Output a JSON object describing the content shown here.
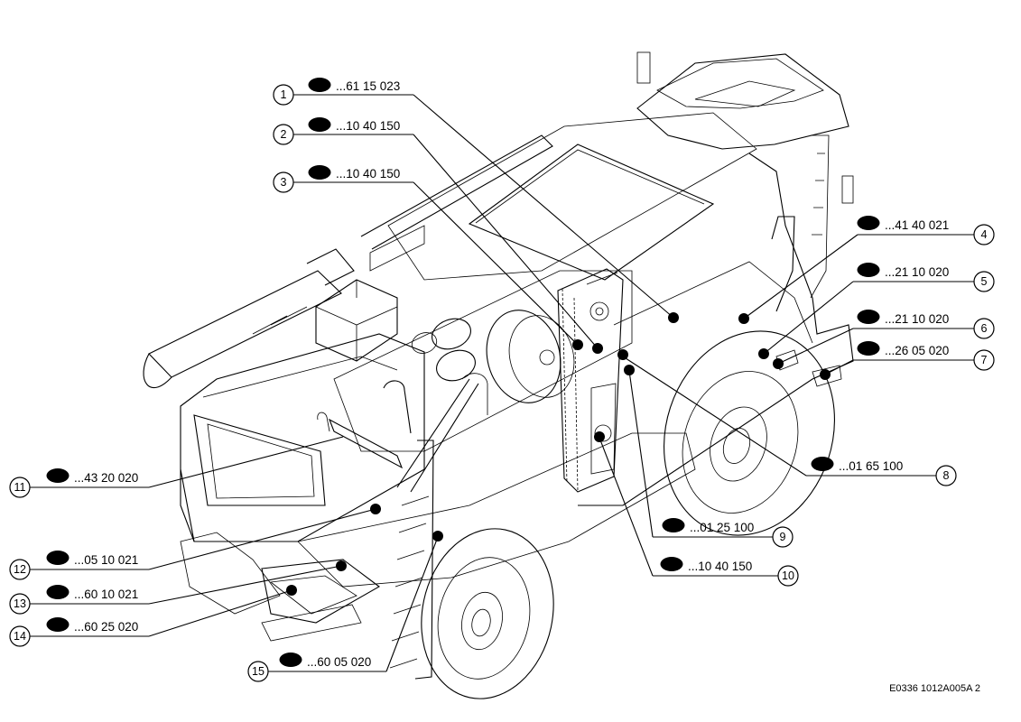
{
  "callouts": [
    {
      "num": "1",
      "ref": "...61 15 023"
    },
    {
      "num": "2",
      "ref": "...10 40 150"
    },
    {
      "num": "3",
      "ref": "...10 40 150"
    },
    {
      "num": "4",
      "ref": "...41 40 021"
    },
    {
      "num": "5",
      "ref": "...21 10 020"
    },
    {
      "num": "6",
      "ref": "...21 10 020"
    },
    {
      "num": "7",
      "ref": "...26 05 020"
    },
    {
      "num": "8",
      "ref": "...01 65 100"
    },
    {
      "num": "9",
      "ref": "...01 25 100"
    },
    {
      "num": "10",
      "ref": "...10 40 150"
    },
    {
      "num": "11",
      "ref": "...43 20 020"
    },
    {
      "num": "12",
      "ref": "...05 10 021"
    },
    {
      "num": "13",
      "ref": "...60 10 021"
    },
    {
      "num": "14",
      "ref": "...60 25 020"
    },
    {
      "num": "15",
      "ref": "...60 05 020"
    }
  ],
  "icons": {
    "view_symbol": "eye-icon"
  },
  "document_id": "E0336 1012A005A 2",
  "colors": {
    "ink": "#000000",
    "paper": "#ffffff"
  }
}
